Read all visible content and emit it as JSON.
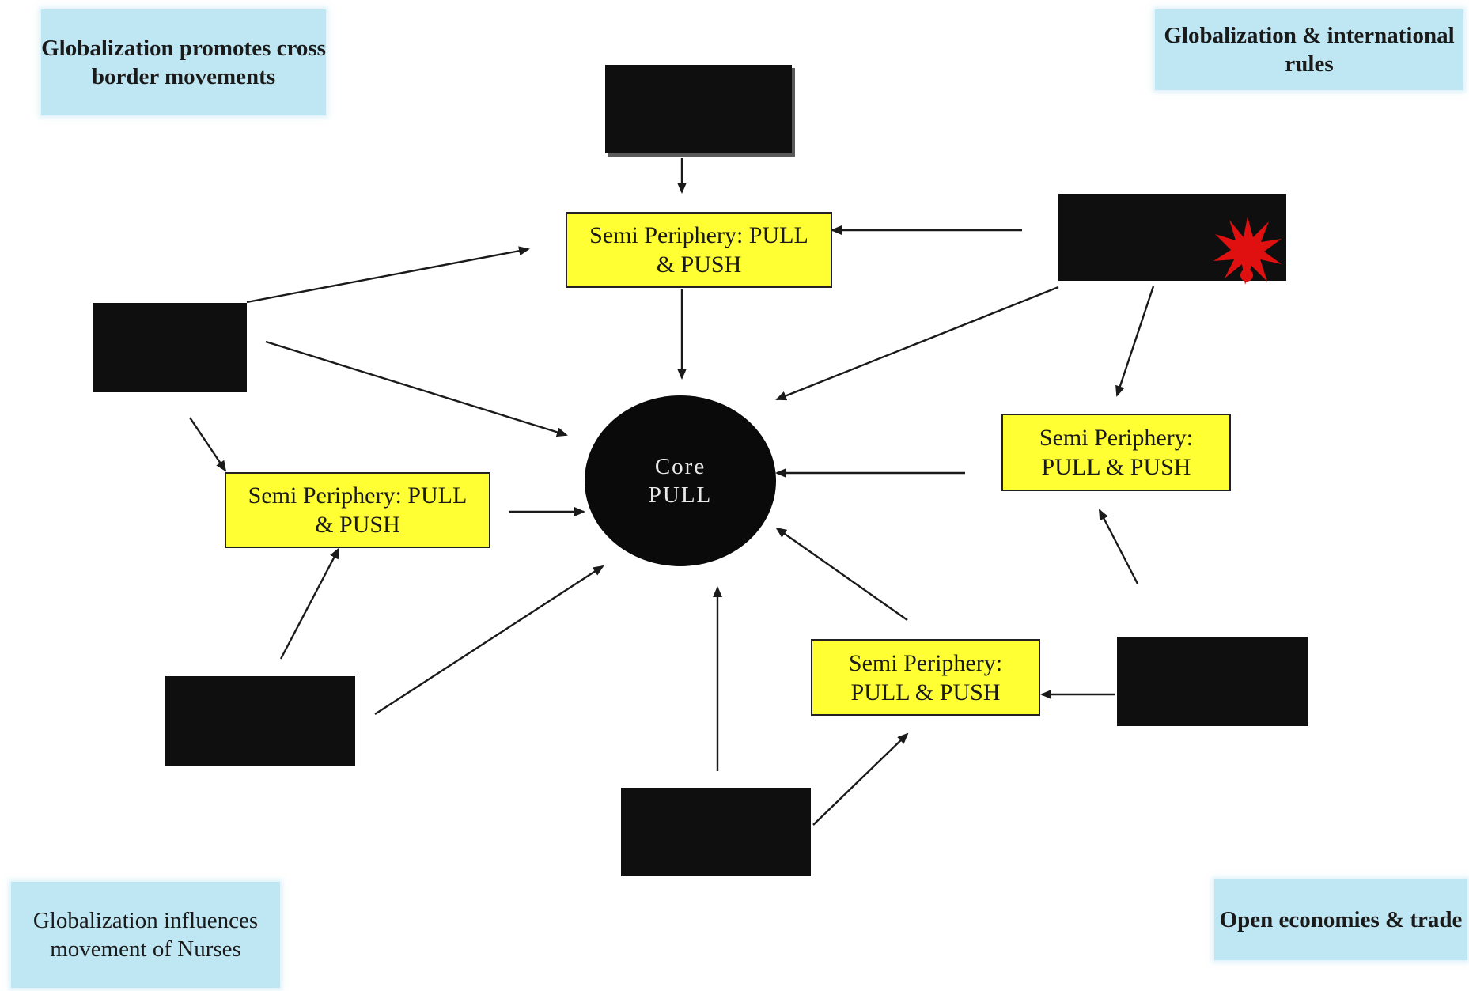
{
  "corners": {
    "top_left": "Globalization promotes cross border movements",
    "top_right": "Globalization & international rules",
    "bottom_left": "Globalization influences movement of Nurses",
    "bottom_right": "Open economies & trade"
  },
  "core": {
    "line1": "Core",
    "line2": "PULL"
  },
  "semi_periphery": {
    "top": {
      "line1": "Semi Periphery: PULL",
      "line2": "& PUSH"
    },
    "left": {
      "line1": "Semi Periphery: PULL",
      "line2": "& PUSH"
    },
    "right": {
      "line1": "Semi Periphery:",
      "line2": "PULL & PUSH"
    },
    "bottom_right": {
      "line1": "Semi Periphery:",
      "line2": "PULL & PUSH"
    }
  },
  "colors": {
    "semi_fill": "#ffff33",
    "corner_fill": "#bfe6f3",
    "black_box": "#0f0f0f",
    "burst": "#e01010"
  },
  "icons": {
    "burst": "red-starburst-icon"
  }
}
